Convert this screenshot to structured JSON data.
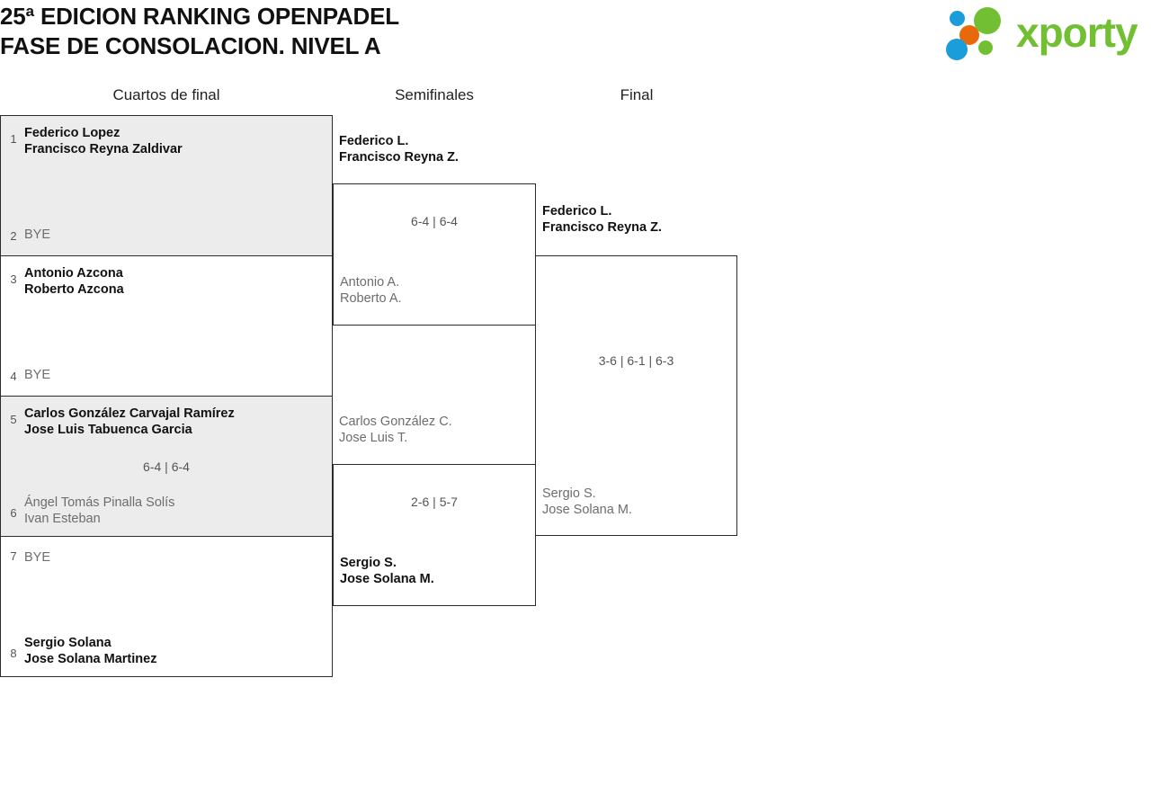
{
  "header": {
    "title_line1": "25ª EDICION RANKING OPENPADEL",
    "title_line2": "FASE DE CONSOLACION. NIVEL A"
  },
  "logo": {
    "wordmark": "xporty",
    "colors": {
      "green": "#72bf33",
      "blue": "#1b9dd9",
      "orange": "#e8690b"
    }
  },
  "rounds": [
    {
      "label": "Cuartos de final"
    },
    {
      "label": "Semifinales"
    },
    {
      "label": "Final"
    }
  ],
  "bracket": {
    "quarterfinals": [
      {
        "score": "",
        "shaded": true,
        "top": {
          "seed": "1",
          "winner": true,
          "bye": false,
          "line1": "Federico Lopez",
          "line2": "Francisco Reyna Zaldivar"
        },
        "bottom": {
          "seed": "2",
          "winner": false,
          "bye": true,
          "line1": "BYE",
          "line2": ""
        }
      },
      {
        "score": "",
        "shaded": false,
        "top": {
          "seed": "3",
          "winner": true,
          "bye": false,
          "line1": "Antonio Azcona",
          "line2": "Roberto Azcona"
        },
        "bottom": {
          "seed": "4",
          "winner": false,
          "bye": true,
          "line1": "BYE",
          "line2": ""
        }
      },
      {
        "score": "6-4 | 6-4",
        "shaded": true,
        "top": {
          "seed": "5",
          "winner": true,
          "bye": false,
          "line1": "Carlos González Carvajal Ramírez",
          "line2": "Jose Luis Tabuenca Garcia"
        },
        "bottom": {
          "seed": "6",
          "winner": false,
          "bye": false,
          "line1": "Ángel Tomás Pinalla Solís",
          "line2": "Ivan Esteban"
        }
      },
      {
        "score": "",
        "shaded": false,
        "top": {
          "seed": "7",
          "winner": false,
          "bye": true,
          "line1": "BYE",
          "line2": ""
        },
        "bottom": {
          "seed": "8",
          "winner": true,
          "bye": false,
          "line1": "Sergio Solana",
          "line2": "Jose Solana Martinez"
        }
      }
    ],
    "semifinals": [
      {
        "score": "6-4 | 6-4",
        "winner": {
          "line1": "Federico L.",
          "line2": "Francisco Reyna Z."
        },
        "loser": {
          "line1": "Antonio A.",
          "line2": "Roberto A."
        }
      },
      {
        "score": "2-6 | 5-7",
        "winner": {
          "line1": "Sergio S.",
          "line2": "Jose Solana M."
        },
        "loser": {
          "line1": "Carlos González C.",
          "line2": "Jose Luis T."
        }
      }
    ],
    "final": {
      "score": "3-6 | 6-1 | 6-3",
      "winner": {
        "line1": "Federico L.",
        "line2": "Francisco Reyna Z."
      },
      "loser": {
        "line1": "Sergio S.",
        "line2": "Jose Solana M."
      }
    }
  }
}
